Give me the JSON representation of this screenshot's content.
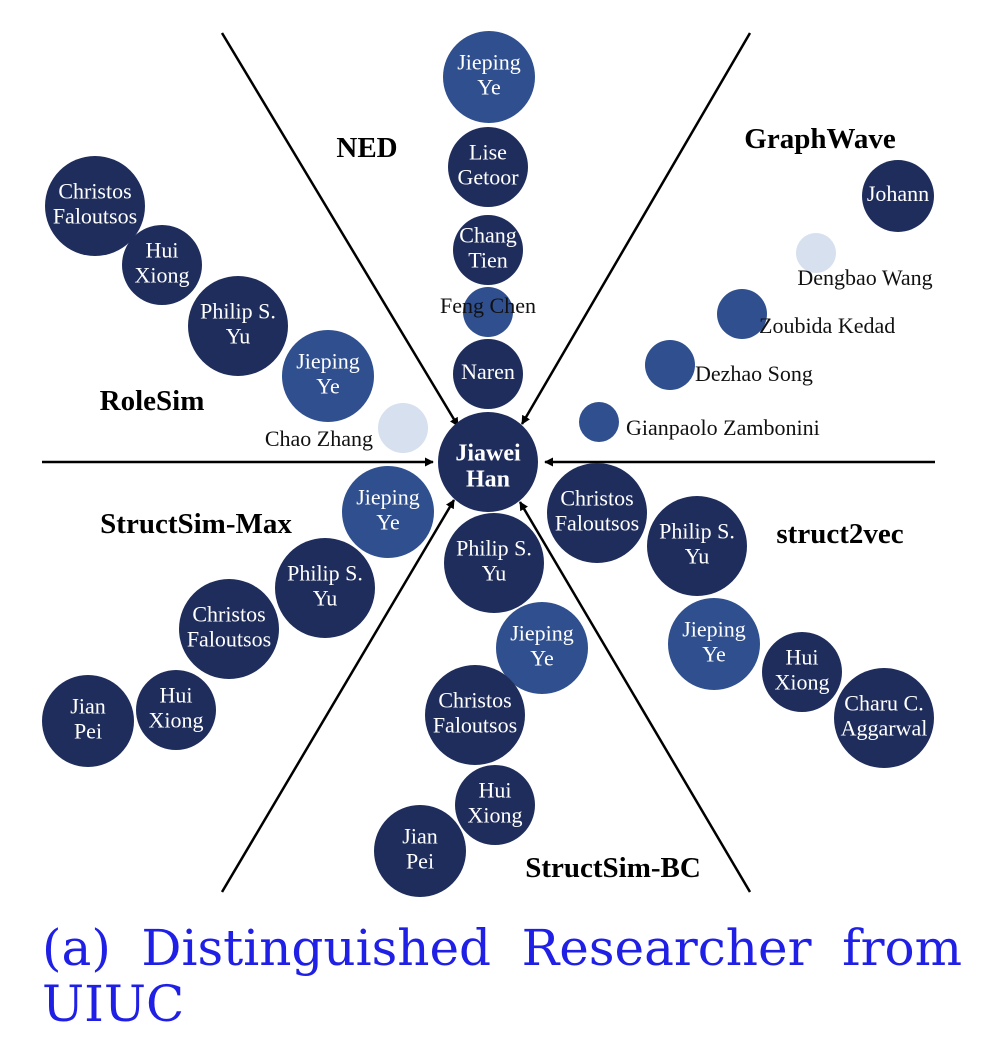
{
  "colors": {
    "dark": "#1f2d5c",
    "medium": "#2f4f8f",
    "light": "#d6e0ee",
    "axis": "#000000",
    "caption": "#1f1fe6"
  },
  "center": {
    "label_line1": "Jiawei",
    "label_line2": "Han"
  },
  "methods": {
    "ned": "NED",
    "graphwave": "GraphWave",
    "rolesim": "RoleSim",
    "structsim_max": "StructSim-Max",
    "struct2vec": "struct2vec",
    "structsim_bc": "StructSim-BC"
  },
  "nodes": {
    "ned_1": [
      "Jieping",
      "Ye"
    ],
    "ned_2": [
      "Lise",
      "Getoor"
    ],
    "ned_3": [
      "Chang",
      "Tien"
    ],
    "ned_4": [
      "Feng Chen"
    ],
    "ned_5": [
      "Naren"
    ],
    "gw_1": [
      "Johann"
    ],
    "gw_2": [
      "Dengbao Wang"
    ],
    "gw_3": [
      "Zoubida Kedad"
    ],
    "gw_4": [
      "Dezhao Song"
    ],
    "gw_5": [
      "Gianpaolo Zambonini"
    ],
    "rs_1": [
      "Christos",
      "Faloutsos"
    ],
    "rs_2": [
      "Hui",
      "Xiong"
    ],
    "rs_3": [
      "Philip S.",
      "Yu"
    ],
    "rs_4": [
      "Jieping",
      "Ye"
    ],
    "rs_5": [
      "Chao Zhang"
    ],
    "sm_1": [
      "Jieping",
      "Ye"
    ],
    "sm_2": [
      "Philip S.",
      "Yu"
    ],
    "sm_3": [
      "Christos",
      "Faloutsos"
    ],
    "sm_4": [
      "Hui",
      "Xiong"
    ],
    "sm_5": [
      "Jian",
      "Pei"
    ],
    "s2v_1": [
      "Christos",
      "Faloutsos"
    ],
    "s2v_2": [
      "Philip S.",
      "Yu"
    ],
    "s2v_3": [
      "Jieping",
      "Ye"
    ],
    "s2v_4": [
      "Hui",
      "Xiong"
    ],
    "s2v_5": [
      "Charu C.",
      "Aggarwal"
    ],
    "bc_1": [
      "Philip S.",
      "Yu"
    ],
    "bc_2": [
      "Jieping",
      "Ye"
    ],
    "bc_3": [
      "Christos",
      "Faloutsos"
    ],
    "bc_4": [
      "Hui",
      "Xiong"
    ],
    "bc_5": [
      "Jian",
      "Pei"
    ]
  },
  "caption": {
    "w1": "(a)",
    "w2": "Distinguished",
    "w3": "Researcher",
    "w4": "from",
    "line2": "UIUC"
  }
}
